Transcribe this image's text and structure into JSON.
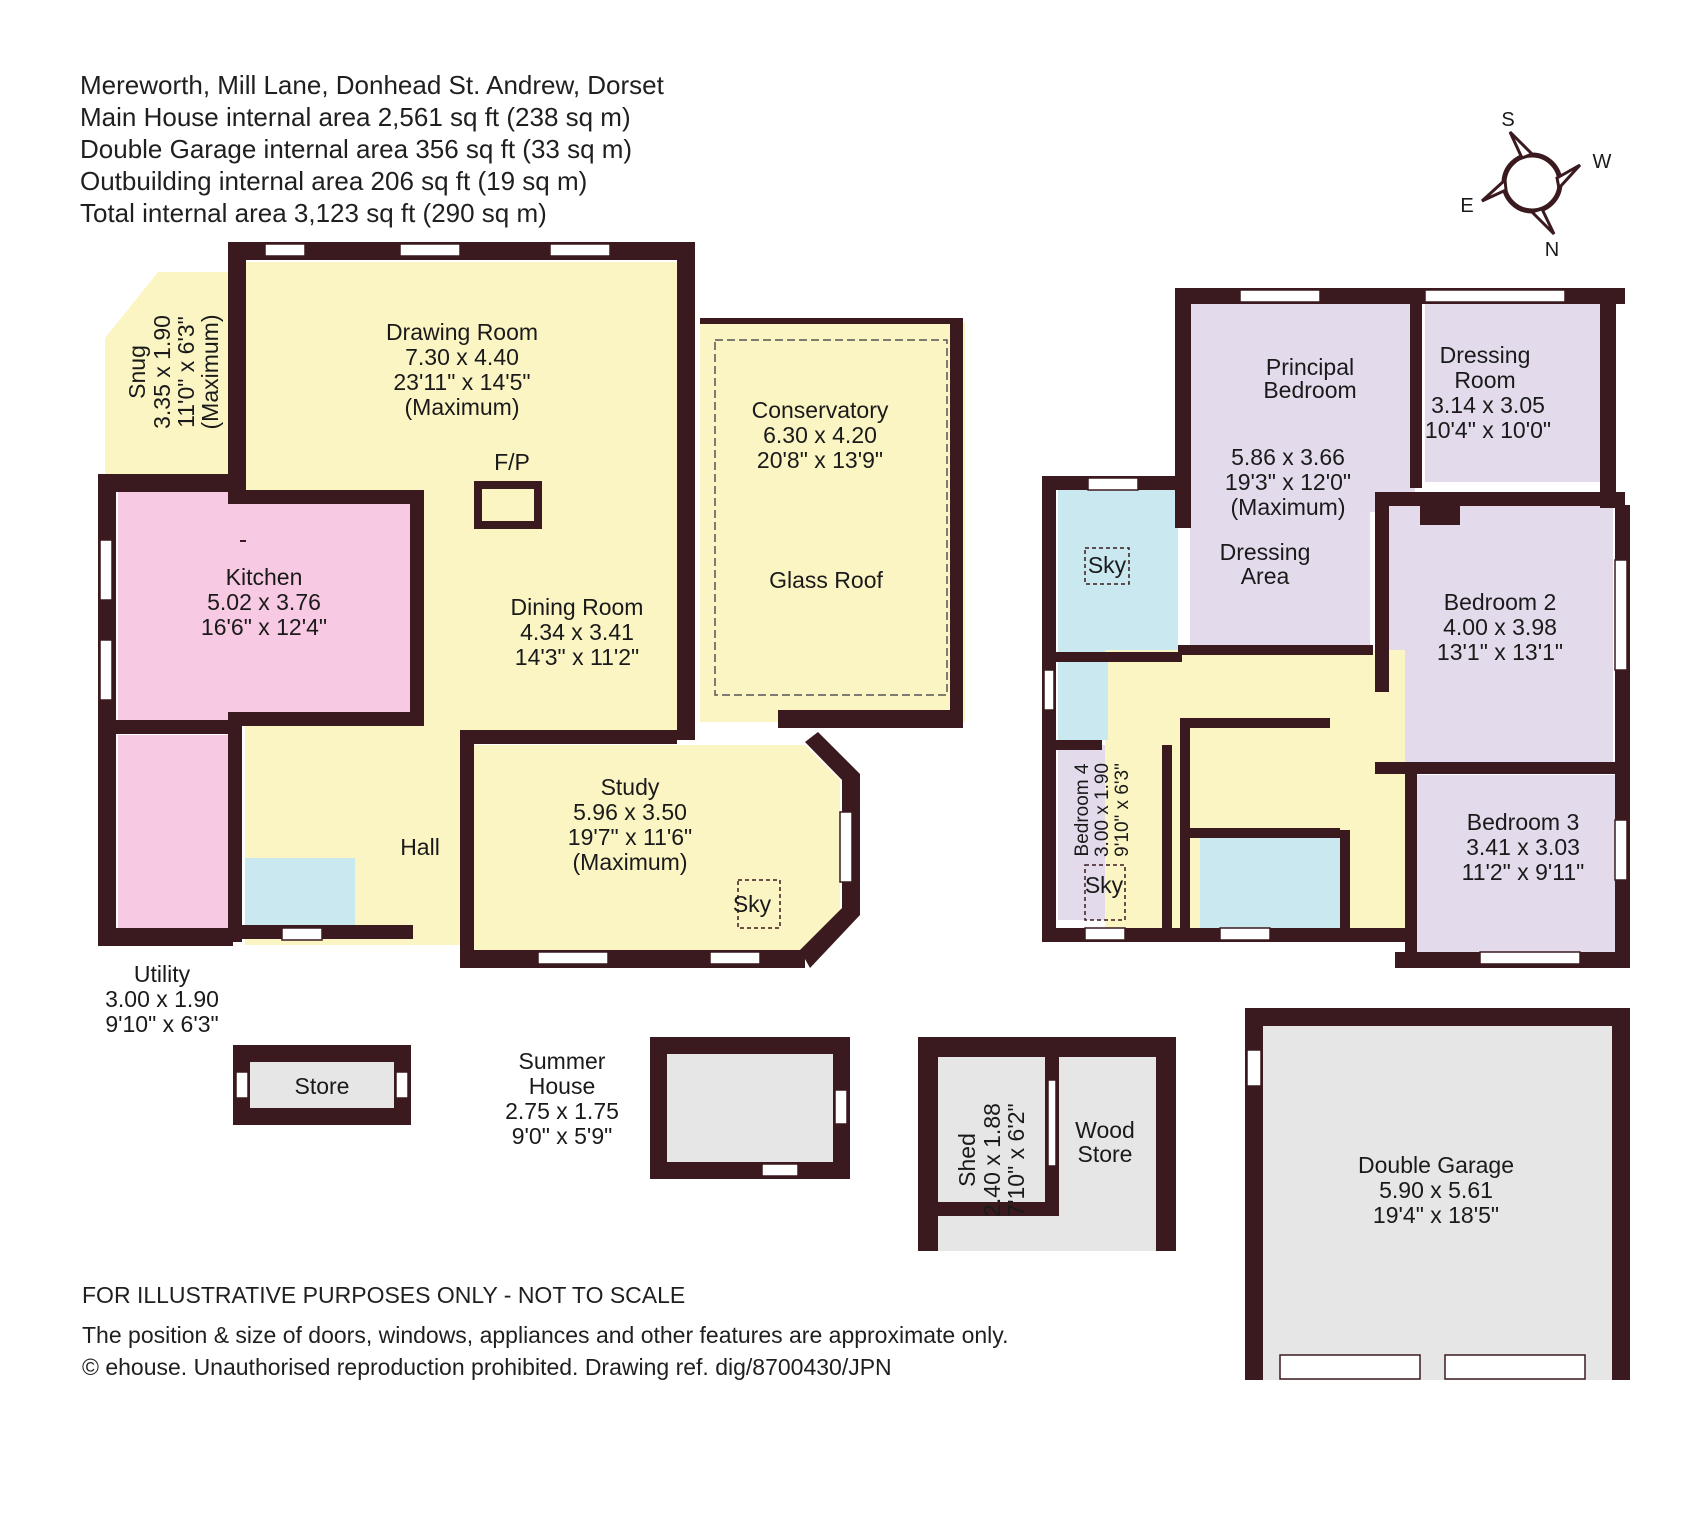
{
  "header": {
    "address": "Mereworth, Mill Lane, Donhead St. Andrew, Dorset",
    "area_lines": [
      "Main House internal area 2,561 sq ft (238 sq m)",
      "Double Garage internal area 356 sq ft (33 sq m)",
      "Outbuilding internal area 206 sq ft (19 sq m)",
      "Total internal area 3,123 sq ft (290 sq m)"
    ]
  },
  "compass": {
    "s": "S",
    "w": "W",
    "e": "E",
    "n": "N"
  },
  "colors": {
    "wall": "#3a1a1e",
    "living": "#fbf5c4",
    "kitchen": "#f8c9e2",
    "bedroom": "#e3daeb",
    "bathroom": "#c9e8f0",
    "outbuilding": "#e6e6e6"
  },
  "rooms": {
    "snug": [
      "Snug",
      "3.35 x 1.90",
      "11'0\" x 6'3\"",
      "(Maximum)"
    ],
    "drawing": [
      "Drawing Room",
      "7.30 x 4.40",
      "23'11\" x 14'5\"",
      "(Maximum)"
    ],
    "fp": "F/P",
    "conservatory": [
      "Conservatory",
      "6.30 x 4.20",
      "20'8\" x 13'9\""
    ],
    "glass_roof": "Glass Roof",
    "kitchen": [
      "Kitchen",
      "5.02 x 3.76",
      "16'6\" x 12'4\""
    ],
    "dining": [
      "Dining Room",
      "4.34 x 3.41",
      "14'3\" x 11'2\""
    ],
    "study": [
      "Study",
      "5.96 x 3.50",
      "19'7\" x 11'6\"",
      "(Maximum)"
    ],
    "study_sky": "Sky",
    "hall": "Hall",
    "utility": [
      "Utility",
      "3.00 x 1.90",
      "9'10\" x 6'3\""
    ],
    "principal": [
      "Principal",
      "Bedroom",
      "5.86 x 3.66",
      "19'3\" x 12'0\"",
      "(Maximum)"
    ],
    "dressing_room": [
      "Dressing",
      "Room",
      "3.14 x 3.05",
      "10'4\" x 10'0\""
    ],
    "dressing_area": [
      "Dressing",
      "Area"
    ],
    "ensuite_sky": "Sky",
    "bed2": [
      "Bedroom 2",
      "4.00 x 3.98",
      "13'1\" x 13'1\""
    ],
    "bed3": [
      "Bedroom 3",
      "3.41 x 3.03",
      "11'2\" x 9'11\""
    ],
    "bed4": [
      "Bedroom 4",
      "3.00 x 1.90",
      "9'10\" x 6'3\""
    ],
    "bed4_sky": "Sky",
    "store": "Store",
    "summer": [
      "Summer",
      "House",
      "2.75 x 1.75",
      "9'0\" x 5'9\""
    ],
    "shed": [
      "Shed",
      "2.40 x 1.88",
      "7'10\" x 6'2\""
    ],
    "wood_store": [
      "Wood",
      "Store"
    ],
    "garage": [
      "Double Garage",
      "5.90 x 5.61",
      "19'4\" x 18'5\""
    ]
  },
  "footer": {
    "disclaimer": "FOR ILLUSTRATIVE PURPOSES ONLY - NOT TO SCALE",
    "note": "The position & size of doors, windows, appliances and other features are approximate only.",
    "copyright": "© ehouse. Unauthorised reproduction prohibited. Drawing ref. dig/8700430/JPN"
  }
}
